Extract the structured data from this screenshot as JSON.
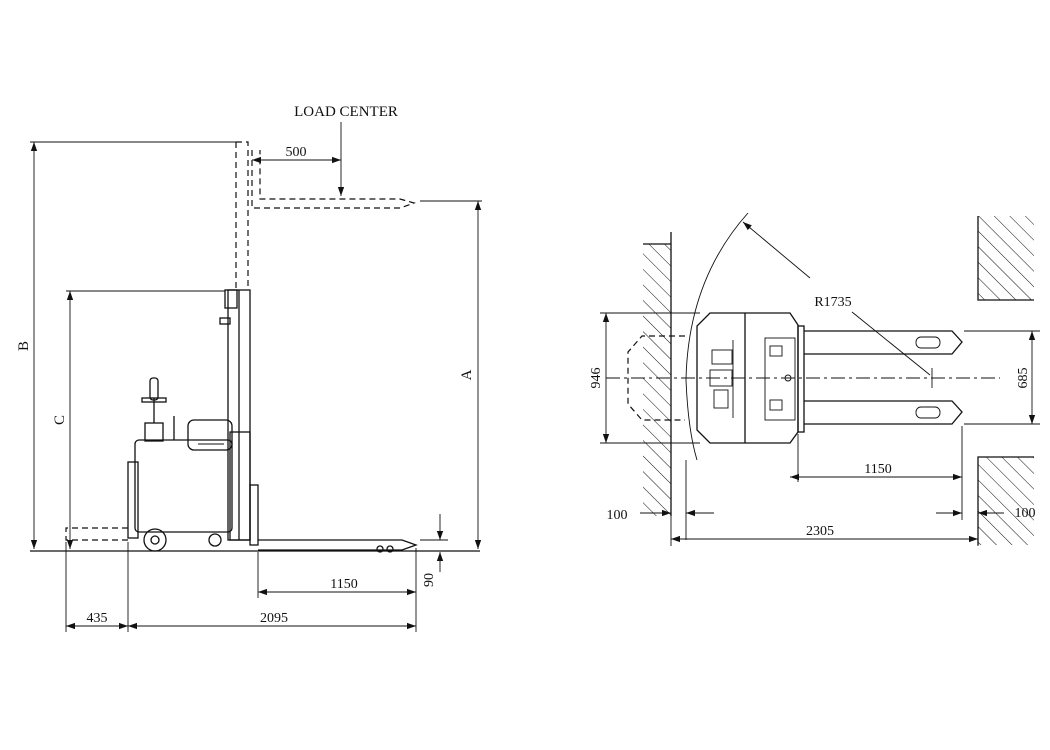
{
  "side_view": {
    "load_center_label": "LOAD CENTER",
    "dim_load_center": "500",
    "dim_fork_length": "1150",
    "dim_fork_height": "90",
    "dim_rear": "435",
    "dim_overall_length": "2095",
    "label_a": "A",
    "label_b": "B",
    "label_c": "C"
  },
  "top_view": {
    "dim_radius": "R1735",
    "dim_width": "946",
    "dim_fork_spread": "685",
    "dim_fork_length": "1150",
    "dim_clearance_left": "100",
    "dim_clearance_right": "100",
    "dim_aisle_width": "2305"
  }
}
